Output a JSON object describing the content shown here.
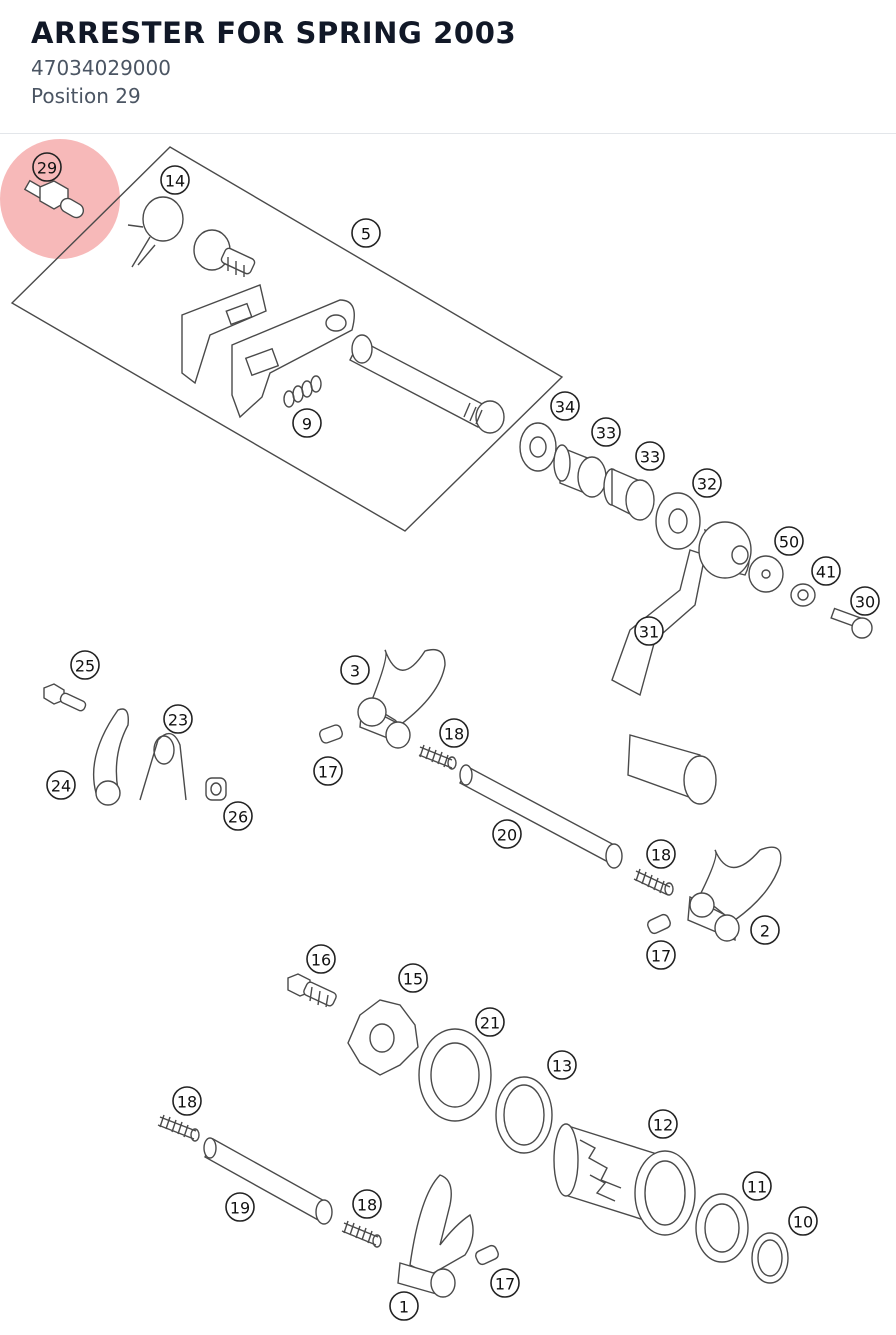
{
  "header": {
    "title": "ARRESTER FOR SPRING 2003",
    "part_number": "47034029000",
    "position": "Position 29"
  },
  "colors": {
    "highlight": "#f28b8b",
    "line": "#4a4a4a"
  },
  "callouts": [
    {
      "id": "c29",
      "label": "29",
      "highlighted": true
    },
    {
      "id": "c14",
      "label": "14"
    },
    {
      "id": "c5",
      "label": "5"
    },
    {
      "id": "c9",
      "label": "9"
    },
    {
      "id": "c34",
      "label": "34"
    },
    {
      "id": "c33a",
      "label": "33"
    },
    {
      "id": "c33b",
      "label": "33"
    },
    {
      "id": "c32",
      "label": "32"
    },
    {
      "id": "c50",
      "label": "50"
    },
    {
      "id": "c41",
      "label": "41"
    },
    {
      "id": "c30",
      "label": "30"
    },
    {
      "id": "c31",
      "label": "31"
    },
    {
      "id": "c25",
      "label": "25"
    },
    {
      "id": "c3",
      "label": "3"
    },
    {
      "id": "c23",
      "label": "23"
    },
    {
      "id": "c18a",
      "label": "18"
    },
    {
      "id": "c24",
      "label": "24"
    },
    {
      "id": "c17a",
      "label": "17"
    },
    {
      "id": "c26",
      "label": "26"
    },
    {
      "id": "c20",
      "label": "20"
    },
    {
      "id": "c18b",
      "label": "18"
    },
    {
      "id": "c2",
      "label": "2"
    },
    {
      "id": "c17b",
      "label": "17"
    },
    {
      "id": "c16",
      "label": "16"
    },
    {
      "id": "c15",
      "label": "15"
    },
    {
      "id": "c21",
      "label": "21"
    },
    {
      "id": "c13",
      "label": "13"
    },
    {
      "id": "c12",
      "label": "12"
    },
    {
      "id": "c18c",
      "label": "18"
    },
    {
      "id": "c11",
      "label": "11"
    },
    {
      "id": "c10",
      "label": "10"
    },
    {
      "id": "c19",
      "label": "19"
    },
    {
      "id": "c18d",
      "label": "18"
    },
    {
      "id": "c17c",
      "label": "17"
    },
    {
      "id": "c1",
      "label": "1"
    }
  ]
}
